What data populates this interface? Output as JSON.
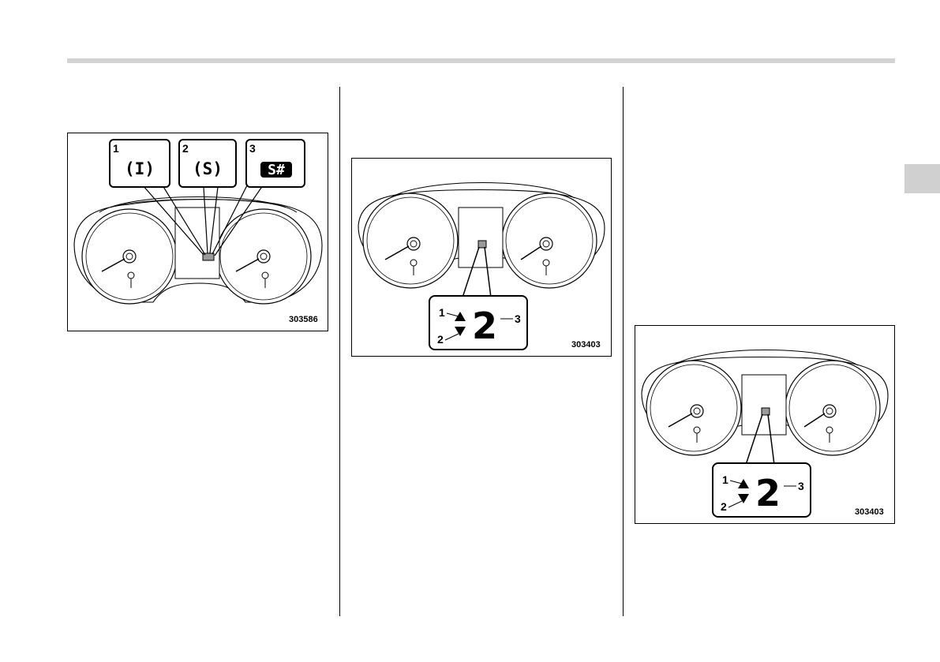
{
  "figures": [
    {
      "code": "303586",
      "callouts": [
        {
          "number": "1",
          "symbol": "(I)"
        },
        {
          "number": "2",
          "symbol": "(S)"
        },
        {
          "number": "3",
          "symbol": "S#"
        }
      ]
    },
    {
      "code": "303403",
      "gear": "2",
      "labels": {
        "up": "1",
        "down": "2",
        "indicator": "3"
      }
    },
    {
      "code": "303403",
      "gear": "2",
      "labels": {
        "up": "1",
        "down": "2",
        "indicator": "3"
      }
    }
  ]
}
